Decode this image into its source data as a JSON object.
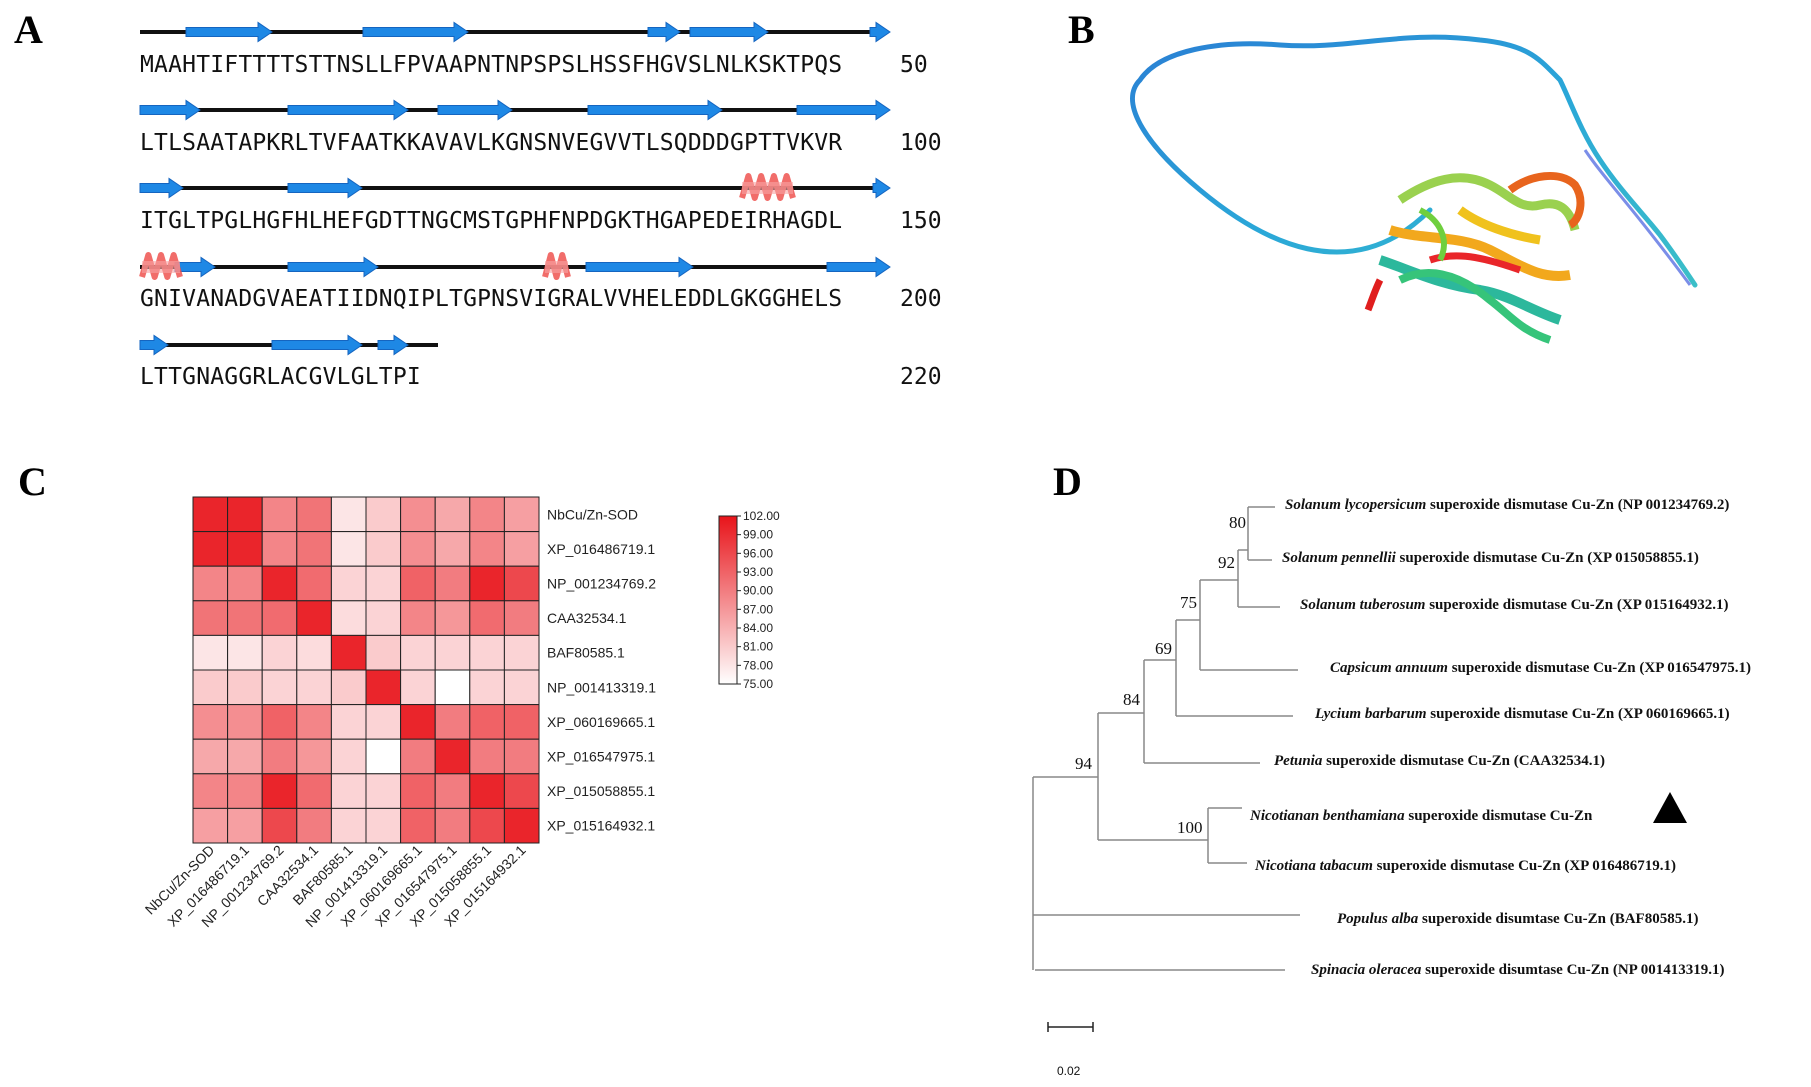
{
  "panels": {
    "a": "A",
    "b": "B",
    "c": "C",
    "d": "D"
  },
  "sequence": {
    "lines": [
      {
        "seq": "MAAHTIFTTTTSTTNSLLFPVAAPNTNPSPSLHSSFHGVSLNLKSKTPQS",
        "num": "50"
      },
      {
        "seq": "LTLSAATAPKRLTVFAATKKAVAVLKGNSNVEGVVTLSQDDDGPTTVKVR",
        "num": "100"
      },
      {
        "seq": "ITGLTPGLHGFHLHEFGDTTNGCMSTGPHFNPDGKTHGAPEDEIRHAGDL",
        "num": "150"
      },
      {
        "seq": "GNIVANADGVAEATIIDNQIPLTGPNSVIGRALVVHELEDDLGKGGHELS",
        "num": "200"
      },
      {
        "seq": "LTTGNAGGRLACGVLGLTPI",
        "num": "220"
      }
    ],
    "strand_color": "#1e88e5",
    "helix_color": "#ef5350"
  },
  "heatmap": {
    "labels": [
      "NbCu/Zn-SOD",
      "XP_016486719.1",
      "NP_001234769.2",
      "CAA32534.1",
      "BAF80585.1",
      "NP_001413319.1",
      "XP_060169665.1",
      "XP_016547975.1",
      "XP_015058855.1",
      "XP_015164932.1"
    ],
    "values": [
      [
        100,
        100,
        89,
        91,
        78,
        81,
        88,
        85,
        89,
        86
      ],
      [
        100,
        100,
        89,
        91,
        78,
        81,
        88,
        85,
        89,
        86
      ],
      [
        89,
        89,
        100,
        92,
        80,
        80,
        93,
        90,
        100,
        96
      ],
      [
        91,
        91,
        92,
        100,
        79,
        80,
        89,
        87,
        92,
        90
      ],
      [
        78,
        78,
        80,
        79,
        100,
        81,
        80,
        80,
        80,
        80
      ],
      [
        81,
        81,
        80,
        80,
        81,
        100,
        80,
        75,
        80,
        80
      ],
      [
        88,
        88,
        93,
        89,
        80,
        80,
        100,
        90,
        93,
        93
      ],
      [
        85,
        85,
        90,
        87,
        80,
        75,
        90,
        100,
        90,
        90
      ],
      [
        89,
        89,
        100,
        92,
        80,
        80,
        93,
        90,
        100,
        96
      ],
      [
        86,
        86,
        96,
        90,
        80,
        80,
        93,
        90,
        96,
        100
      ]
    ],
    "legend_ticks": [
      "102.00",
      "99.00",
      "96.00",
      "93.00",
      "90.00",
      "87.00",
      "84.00",
      "81.00",
      "78.00",
      "75.00"
    ],
    "min": 75,
    "max": 102,
    "color_high": "#e8141a",
    "color_low": "#ffffff"
  },
  "tree": {
    "leaves": [
      {
        "italic": "Solanum lycopersicum",
        "rest": " superoxide dismutase Cu-Zn (NP 001234769.2)"
      },
      {
        "italic": "Solanum pennellii",
        "rest": " superoxide dismutase Cu-Zn (XP 015058855.1)"
      },
      {
        "italic": "Solanum tuberosum",
        "rest": " superoxide dismutase Cu-Zn (XP 015164932.1)"
      },
      {
        "italic": "Capsicum annuum",
        "rest": " superoxide dismutase Cu-Zn (XP 016547975.1)"
      },
      {
        "italic": "Lycium barbarum",
        "rest": " superoxide dismutase Cu-Zn (XP 060169665.1)"
      },
      {
        "italic": "Petunia",
        "rest": " superoxide dismutase Cu-Zn (CAA32534.1)"
      },
      {
        "italic": "Nicotianan benthamiana",
        "rest": " superoxide dismutase Cu-Zn"
      },
      {
        "italic": "Nicotiana tabacum",
        "rest": " superoxide dismutase Cu-Zn (XP 016486719.1)"
      },
      {
        "italic": "Populus alba",
        "rest": " superoxide disumtase Cu-Zn (BAF80585.1)"
      },
      {
        "italic": "Spinacia oleracea",
        "rest": " superoxide disumtase Cu-Zn (NP 001413319.1)"
      }
    ],
    "bootstraps": [
      "80",
      "92",
      "75",
      "69",
      "84",
      "94",
      "100"
    ],
    "scale": "0.02"
  }
}
